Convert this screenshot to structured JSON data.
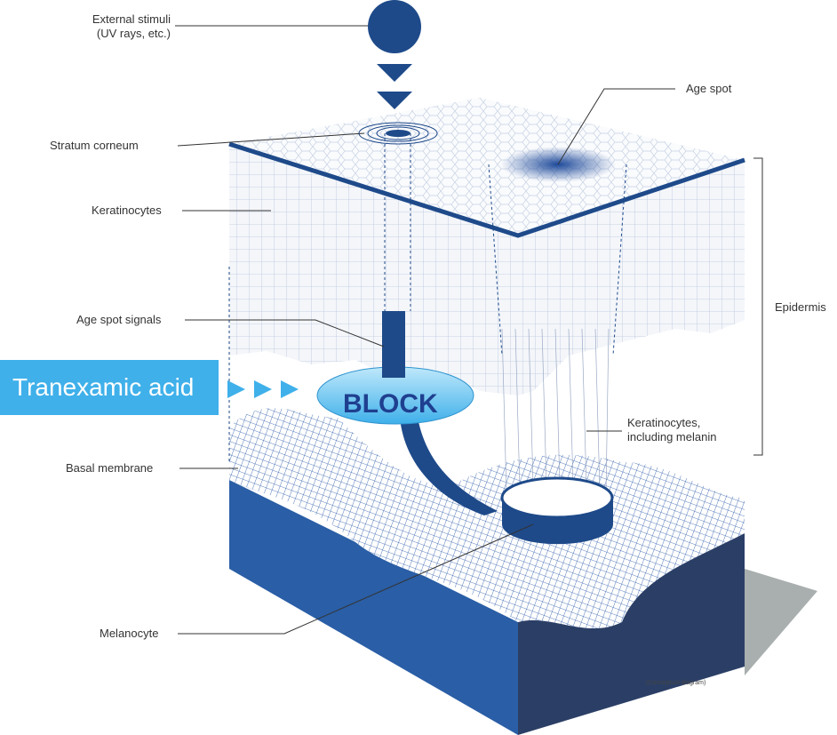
{
  "labels": {
    "external_stimuli": "External stimuli",
    "external_stimuli_sub": "(UV rays, etc.)",
    "stratum_corneum": "Stratum corneum",
    "keratinocytes": "Keratinocytes",
    "age_spot_signals": "Age spot signals",
    "basal_membrane": "Basal membrane",
    "melanocyte": "Melanocyte",
    "age_spot": "Age spot",
    "epidermis": "Epidermis",
    "keratinocytes_melanin_1": "Keratinocytes,",
    "keratinocytes_melanin_2": "including melanin"
  },
  "callout": {
    "tranexamic_acid": "Tranexamic acid",
    "block": "BLOCK"
  },
  "note": "(Conceptual diagram)",
  "colors": {
    "navy": "#1e4a8a",
    "dark_navy": "#27406b",
    "accent": "#3fb0ea",
    "shadow": "#a9aeae"
  }
}
